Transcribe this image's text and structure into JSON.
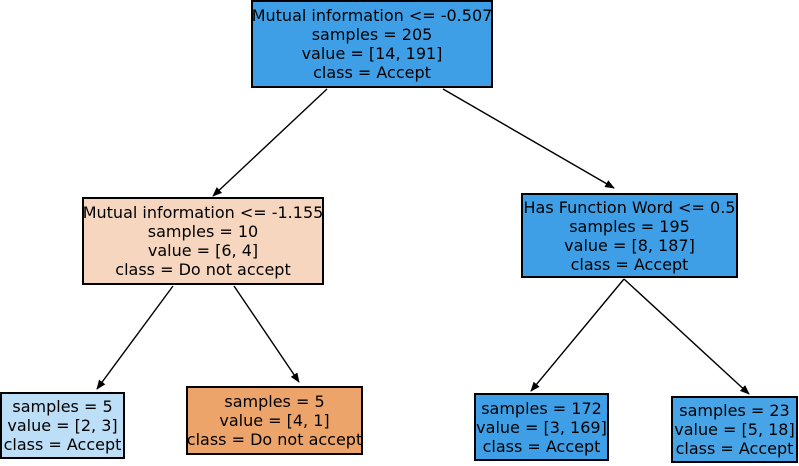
{
  "colors": {
    "accept_dark": "#3e9fe6",
    "accept_mid": "#47a4e7",
    "accept_light": "#bcdef6",
    "reject_light": "#f6d6be",
    "reject_dark": "#eda46b",
    "border": "#000000",
    "edge": "#000000"
  },
  "nodes": [
    {
      "id": "node-0",
      "split": "Mutual information <= -0.507",
      "samples": "samples = 205",
      "value": "value = [14, 191]",
      "class": "class = Accept",
      "fill": "accept_dark"
    },
    {
      "id": "node-1",
      "split": "Mutual information <= -1.155",
      "samples": "samples = 10",
      "value": "value = [6, 4]",
      "class": "class = Do not accept",
      "fill": "reject_light"
    },
    {
      "id": "node-2",
      "samples": "samples = 5",
      "value": "value = [2, 3]",
      "class": "class = Accept",
      "fill": "accept_light"
    },
    {
      "id": "node-3",
      "samples": "samples = 5",
      "value": "value = [4, 1]",
      "class": "class = Do not accept",
      "fill": "reject_dark"
    },
    {
      "id": "node-4",
      "split": "Has Function Word <= 0.5",
      "samples": "samples = 195",
      "value": "value = [8, 187]",
      "class": "class = Accept",
      "fill": "accept_dark"
    },
    {
      "id": "node-5",
      "samples": "samples = 172",
      "value": "value = [3, 169]",
      "class": "class = Accept",
      "fill": "accept_dark"
    },
    {
      "id": "node-6",
      "samples": "samples = 23",
      "value": "value = [5, 18]",
      "class": "class = Accept",
      "fill": "accept_mid"
    }
  ],
  "edges": [
    {
      "from": "node-0",
      "to": "node-1"
    },
    {
      "from": "node-0",
      "to": "node-4"
    },
    {
      "from": "node-1",
      "to": "node-2"
    },
    {
      "from": "node-1",
      "to": "node-3"
    },
    {
      "from": "node-4",
      "to": "node-5"
    },
    {
      "from": "node-4",
      "to": "node-6"
    }
  ]
}
